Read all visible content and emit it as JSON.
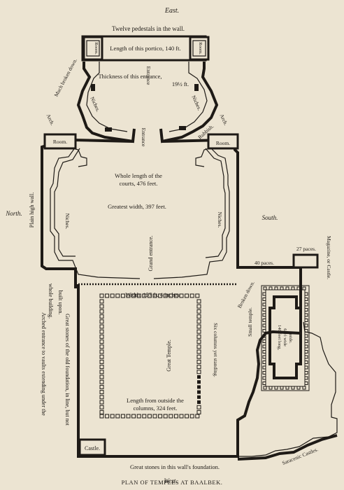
{
  "compass": {
    "east": "East.",
    "west": "West.",
    "north": "North.",
    "south": "South."
  },
  "labels": {
    "twelve_pedestals": "Twelve pedestals in the wall.",
    "portico_length": "Length of this portico, 140 ft.",
    "room": "Room.",
    "much_broken_down": "Much broken down.",
    "entrance": "Entrance",
    "thickness_line1": "Thickness of this entrance,",
    "thickness_line2": "19½ ft.",
    "niches": "Niches.",
    "rubbish": "Rubbish.",
    "arch": "Arch.",
    "whole_length_line1": "Whole length of the",
    "whole_length_line2": "courts, 476 feet.",
    "greatest_width": "Greatest width, 397 feet.",
    "plain_high_wall": "Plain high wall.",
    "grand_entrance": "Grand entrance.",
    "paces_27": "27 paces.",
    "paces_40": "40 paces.",
    "magazine": "Magazine, or Castle.",
    "broken_down": "Broken down.",
    "small_temple": "Small temple.",
    "small_temple_inner_line1": "140 feet long,",
    "small_temple_inner_line2": "65½ wide",
    "small_temple_inner_line3": "inside.",
    "great_stones_line1": "Great stones of the old foundation, in line, but not",
    "great_stones_line2": "built upon.",
    "arched_line1": "Arched entrance to vaults extending under the",
    "arched_line2": "whole building.",
    "width_temple": "Width, 157 ft. 4 inches",
    "great_temple": "Great Temple.",
    "six_columns": "Six columns yet standing.",
    "length_outside_line1": "Length from outside the",
    "length_outside_line2": "columns, 324 feet.",
    "castle": "Castle.",
    "great_stones_foundation": "Great stones in this wall's foundation.",
    "saracenic": "Saracenic Castles.",
    "caption": "PLAN OF TEMPLES AT BAALBEK."
  }
}
